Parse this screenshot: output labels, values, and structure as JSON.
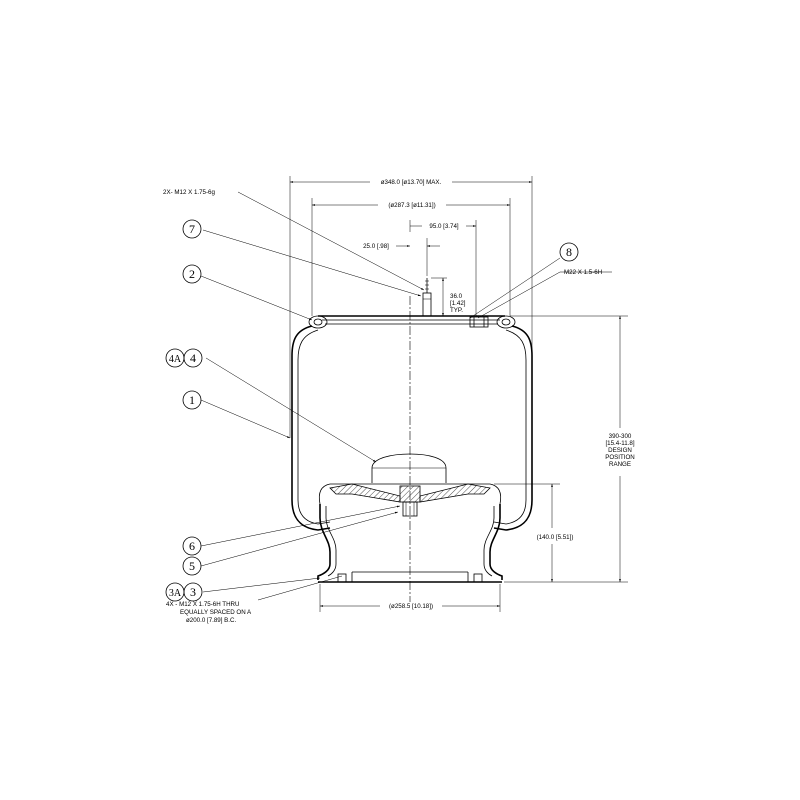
{
  "drawing": {
    "callouts": {
      "item_1": "1",
      "item_2": "2",
      "item_3": "3",
      "item_3a": "3A",
      "item_4": "4",
      "item_4a": "4A",
      "item_5": "5",
      "item_6": "6",
      "item_7": "7",
      "item_8": "8"
    },
    "dimensions": {
      "overall_diameter": "ø348.0 [ø13.70] MAX.",
      "top_plate_diameter": "(ø287.3 [ø11.31])",
      "offset_95": "95.0 [3.74]",
      "offset_25": "25.0 [.98]",
      "stud_height_line1": "36.0",
      "stud_height_line2": "[1.42]",
      "stud_height_line3": "TYP.",
      "piston_height": "(140.0 [5.51])",
      "bottom_diameter": "(ø258.5 [10.18])",
      "design_range_line1": "390-300",
      "design_range_line2": "[15.4-11.8]",
      "design_range_line3": "DESIGN",
      "design_range_line4": "POSITION",
      "design_range_line5": "RANGE"
    },
    "notes": {
      "top_studs": "2X- M12 X 1.75-6g",
      "air_fitting": "M22 X 1.5-6H",
      "bottom_holes_line1": "4X - M12 X 1.75-6H THRU",
      "bottom_holes_line2": "EQUALLY SPACED ON A",
      "bottom_holes_line3": "ø200.0 [7.89] B.C."
    }
  }
}
